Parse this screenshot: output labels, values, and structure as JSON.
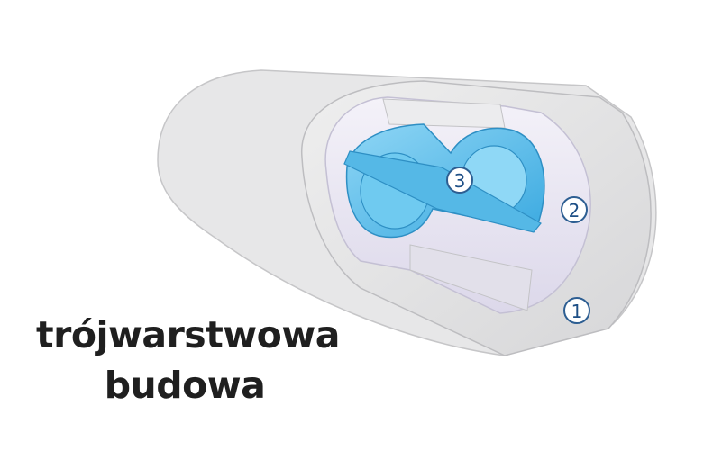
{
  "caption": {
    "line1": "trójwarstwowa",
    "line2": "budowa"
  },
  "layers": [
    {
      "number": "1",
      "color": "#d9d9db"
    },
    {
      "number": "2",
      "color": "#e6e3f0"
    },
    {
      "number": "3",
      "color": "#5fc0ec"
    }
  ],
  "colors": {
    "outline": "#2d5e92",
    "outer_shell": "#e4e4e5",
    "inner_shell": "#dcdcde",
    "marker_fill": "#ffffff",
    "text": "#1f1f1f"
  }
}
